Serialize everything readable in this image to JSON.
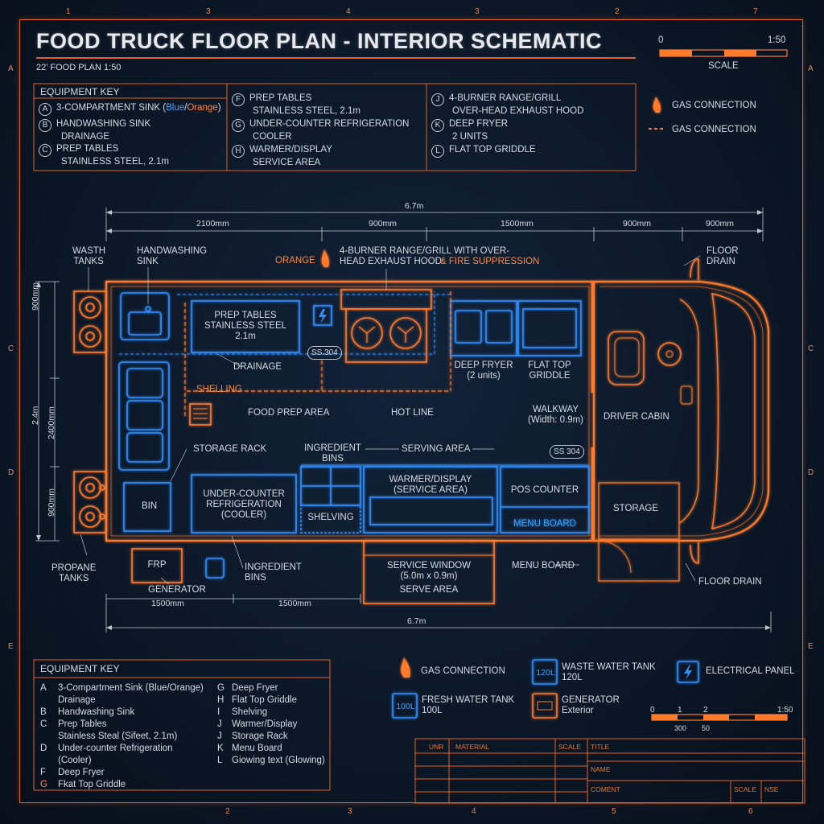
{
  "header": {
    "title": "FOOD TRUCK FLOOR PLAN - INTERIOR SCHEMATIC",
    "subtitle": "22' FOOD PLAN 1:50"
  },
  "grid_labels": {
    "top": [
      "1",
      "3",
      "4",
      "3",
      "2",
      "7"
    ],
    "bottom": [
      "2",
      "3",
      "4",
      "5",
      "6"
    ],
    "left": [
      "A",
      "C",
      "D",
      "E"
    ],
    "right": [
      "A",
      "C",
      "D",
      "E"
    ]
  },
  "scale_top": {
    "left": "0",
    "right": "1:50",
    "label": "SCALE"
  },
  "legend_top": {
    "heading": "EQUIPMENT KEY",
    "col1": [
      {
        "key": "A",
        "line1a": "3-COMPARTMENT SINK (",
        "blue": "Blue",
        "slash": "/",
        "orange": "Orange",
        "close": ")"
      },
      {
        "key": "B",
        "line1": "HANDWASHING SINK",
        "line2": "DRAINAGE"
      },
      {
        "key": "C",
        "line1": "PREP TABLES",
        "line2": "STAINLESS STEEL, 2.1m"
      }
    ],
    "col2": [
      {
        "key": "F",
        "line1": "PREP TABLES",
        "line2": "STAINLESS STEEL, 2.1m"
      },
      {
        "key": "G",
        "line1": "UNDER-COUNTER REFRIGERATION",
        "line2": "COOLER"
      },
      {
        "key": "H",
        "line1": "WARMER/DISPLAY",
        "line2": "SERVICE AREA"
      }
    ],
    "col3": [
      {
        "key": "J",
        "line1": "4-BURNER RANGE/GRILL",
        "line2": "OVER-HEAD EXHAUST HOOD"
      },
      {
        "key": "K",
        "line1": "DEEP FRYER",
        "line2": "2 UNITS"
      },
      {
        "key": "L",
        "line1": "FLAT TOP GRIDDLE",
        "line2": ""
      }
    ],
    "gas1": "GAS CONNECTION",
    "gas2": "GAS CONNECTION"
  },
  "dimensions": {
    "overall_top": "6.7m",
    "seg": [
      "2100mm",
      "900mm",
      "1500mm",
      "900mm",
      "900mm"
    ],
    "left_top": "900mm",
    "left_mid": "2400mm",
    "left_bot": "900mm",
    "left_total": "2.4m",
    "bottom_seg": [
      "1500mm",
      "1500mm"
    ],
    "overall_bottom": "6.7m"
  },
  "labels": {
    "wash_tanks": [
      "WASTH",
      "TANKS"
    ],
    "handwashing_sink": [
      "HANDWASHING",
      "SINK"
    ],
    "orange": "ORANGE",
    "range_grill": [
      "4-BURNER RANGE/GRILL WITH OVER-",
      "HEAD EXHAUST HOOD"
    ],
    "fire_suppression": "& FIRE SUPPRESSION",
    "floor_drain_top": [
      "FLOOR",
      "DRAIN"
    ],
    "prep_tables": [
      "PREP TABLES",
      "STAINLESS STEEL",
      "2.1m"
    ],
    "ss304_a": "SS.304",
    "drainage": "DRAINAGE",
    "deep_fryer": [
      "DEEP FRYER",
      "(2 units)"
    ],
    "flat_top": [
      "FLAT TOP",
      "GRIDDLE"
    ],
    "shelling": "SHELLING",
    "food_prep": "FOOD PREP AREA",
    "hot_line": "HOT LINE",
    "walkway": [
      "WALKWAY",
      "(Width: 0.9m)"
    ],
    "driver_cabin": "DRIVER CABIN",
    "storage_rack": "STORAGE RACK",
    "ingredient_bins": [
      "INGREDIENT",
      "BINS"
    ],
    "serving_area": "SERVING AREA",
    "ss304_b": "SS 304",
    "bin": "BIN",
    "under_counter": [
      "UNDER-COUNTER",
      "REFRIGERATION",
      "(COOLER)"
    ],
    "shelving": "SHELVING",
    "warmer": [
      "WARMER/DISPLAY",
      "(SERVICE AREA)"
    ],
    "pos_counter": "POS COUNTER",
    "menu_board_glow": "MENU BOARD",
    "storage": "STORAGE",
    "propane_tanks": [
      "PROPANE",
      "TANKS"
    ],
    "frp": "FRP",
    "generator": "GENERATOR",
    "ingredient_bins_2": [
      "INGREDIENT",
      "BINS"
    ],
    "service_window": [
      "SERVICE WINDOW",
      "(5.0m x 0.9m)",
      "SERVE AREA"
    ],
    "menu_board": "MENU BOARD",
    "floor_drain_bottom": "FLOOR DRAIN"
  },
  "legend_bottom": {
    "heading": "EQUIPMENT KEY",
    "col1": [
      [
        "A",
        "3-Compartment Sink (Blue/Orange)"
      ],
      [
        "",
        "Drainage"
      ],
      [
        "B",
        "Handwashing Sink"
      ],
      [
        "C",
        "Prep Tables"
      ],
      [
        "",
        "Stainless Steal (Sifeet, 2.1m)"
      ],
      [
        "D",
        "Under-counter Refrigeration"
      ],
      [
        "",
        "(Cooler)"
      ],
      [
        "F",
        "Deep Fryer"
      ],
      [
        "G",
        "Fkat Top Griddle"
      ]
    ],
    "col2": [
      [
        "G",
        "Deep Fryer"
      ],
      [
        "H",
        "Flat Top Griddle"
      ],
      [
        "I",
        "Shelving"
      ],
      [
        "J",
        "Warmer/Display"
      ],
      [
        "J",
        "Storage Rack"
      ],
      [
        "K",
        "Menu Board"
      ],
      [
        "L",
        "Giowing text (Glowing)"
      ]
    ]
  },
  "icon_legend": {
    "gas": "GAS CONNECTION",
    "waste_badge": "120L",
    "waste": [
      "WASTE WATER TANK",
      "120L"
    ],
    "electrical": "ELECTRICAL PANEL",
    "fresh_badge": "100L",
    "fresh": [
      "FRESH WATER TANK",
      "100L"
    ],
    "generator": [
      "GENERATOR",
      "Exterior"
    ]
  },
  "scale_bottom": {
    "ticks": [
      "0",
      "1",
      "2"
    ],
    "right": "1:50",
    "sub": [
      "300",
      "50"
    ]
  },
  "title_block": {
    "unr": "UNR",
    "material": "MATERIAL",
    "scale": "SCALE",
    "title": "TITLE",
    "name": "NAME",
    "coment": "COMENT",
    "scale2": "SCALE",
    "nse": "NSE"
  },
  "colors": {
    "orange": "#ff7a2a",
    "blue": "#2f8fff",
    "text": "#d6dbe3",
    "bg": "#0c1828"
  }
}
